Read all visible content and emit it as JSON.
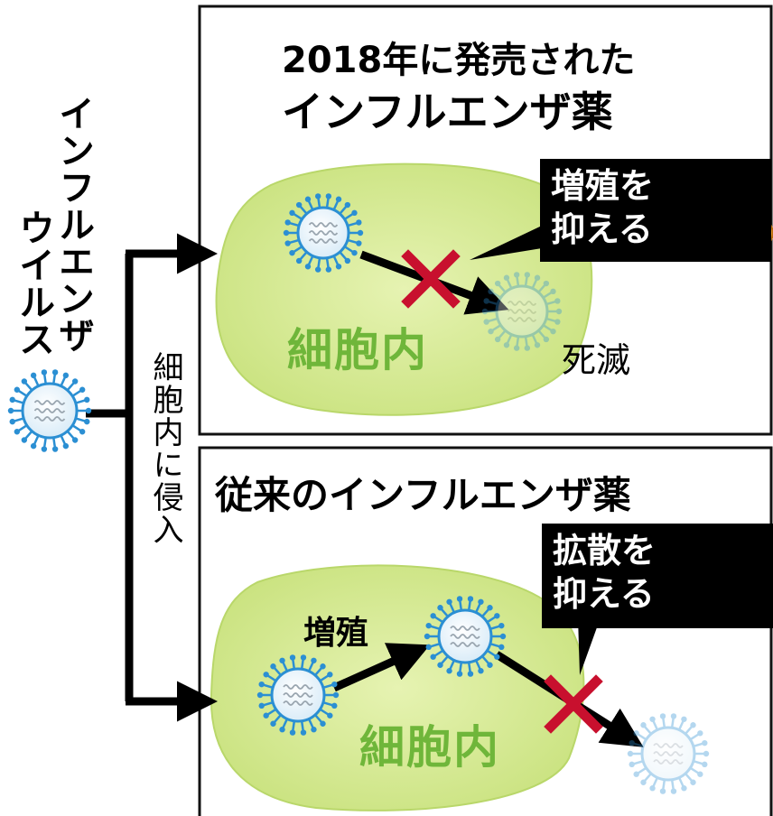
{
  "virus_label_line1": "インフルエンザ",
  "virus_label_line2": "ウイルス",
  "invade_label": "細胞内に侵入",
  "panel_new": {
    "title_line1": "2018年に発売された",
    "title_line2": "インフルエンザ薬",
    "callout_line1": "増殖を",
    "callout_line2": "抑える",
    "cell_label": "細胞内",
    "dead_label": "死滅",
    "pill_icon": "tablet-pill-icon"
  },
  "panel_old": {
    "title": "従来のインフルエンザ薬",
    "callout_line1": "拡散を",
    "callout_line2": "抑える",
    "cell_label": "細胞内",
    "grow_label": "増殖",
    "pill_icon": "capsule-pill-icon"
  },
  "colors": {
    "cell_fill": "#d9eca0",
    "cell_text": "#6fb63a",
    "virus_spike": "#2b8fd3",
    "virus_body": "#eef6fb",
    "block_mark": "#c8102e",
    "tablet": "#f0a030",
    "capsule_red": "#d41e24",
    "callout_bg": "#000000"
  }
}
